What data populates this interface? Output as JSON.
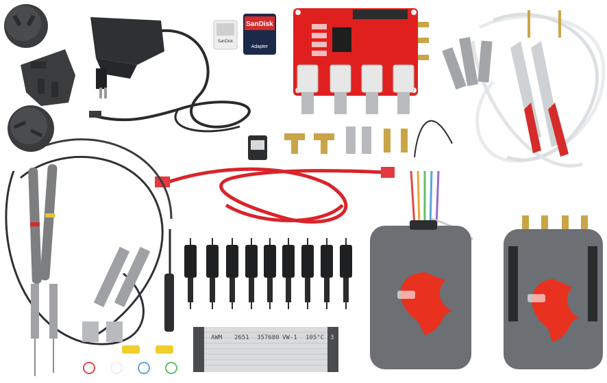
{
  "colors": {
    "background": "#ffffff",
    "board_red": "#e0201f",
    "probe_gray": "#7c7e80",
    "cable_red": "#d8242a",
    "case_gray": "#6c6f73",
    "logo_red": "#e8321f",
    "cable_white": "#e9ebec"
  },
  "sd_card": {
    "brand": "SanDisk",
    "adapter_label": "Adapter",
    "micro_label": "SanDisk"
  },
  "ribbon_cable": {
    "printed_text": [
      "AWM",
      "2651",
      "357680",
      "VW-1",
      "105°C",
      "3"
    ]
  },
  "icons": [
    "plug-adapter-icon",
    "power-supply-icon",
    "sd-card-icon",
    "wifi-dongle-icon",
    "flame-logo-icon"
  ]
}
